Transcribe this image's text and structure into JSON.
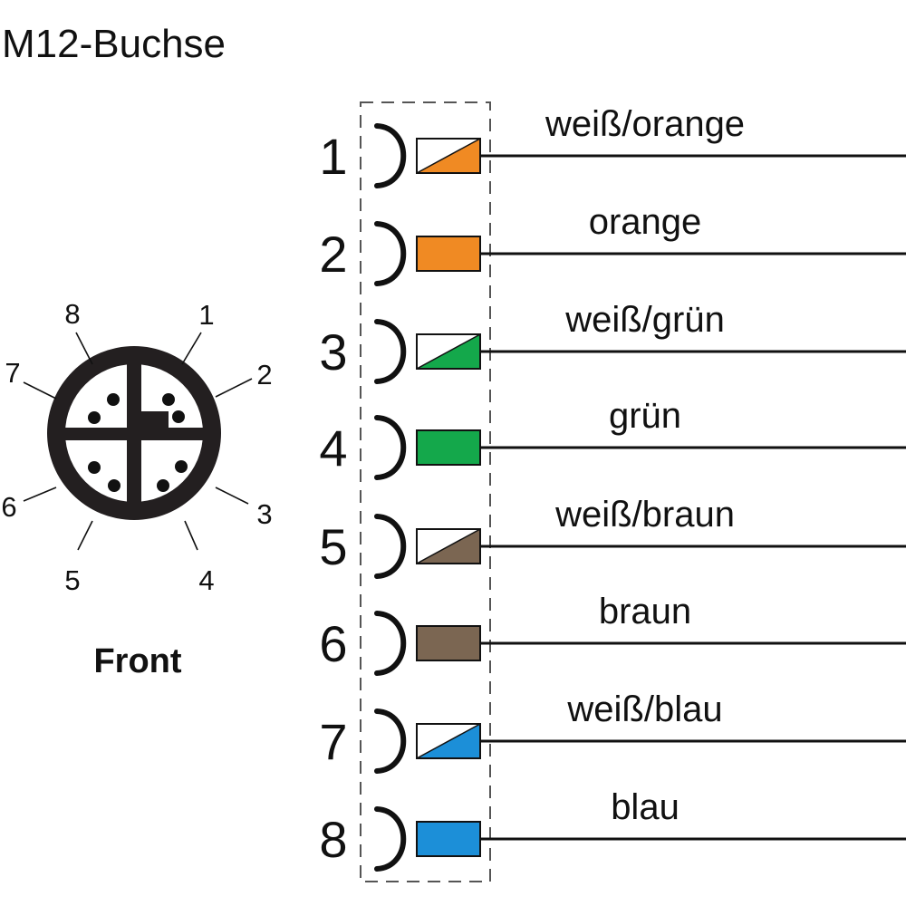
{
  "title": "M12-Buchse",
  "front_label": "Front",
  "connector_face": {
    "pins": [
      {
        "number": "1",
        "color": "#111111"
      },
      {
        "number": "2",
        "color": "#111111"
      },
      {
        "number": "3",
        "color": "#111111"
      },
      {
        "number": "4",
        "color": "#111111"
      },
      {
        "number": "5",
        "color": "#111111"
      },
      {
        "number": "6",
        "color": "#111111"
      },
      {
        "number": "7",
        "color": "#111111"
      },
      {
        "number": "8",
        "color": "#111111"
      }
    ]
  },
  "wires": [
    {
      "pin": "1",
      "label": "weiß/orange",
      "color": "#f08a23",
      "striped": true
    },
    {
      "pin": "2",
      "label": "orange",
      "color": "#f08a23",
      "striped": false
    },
    {
      "pin": "3",
      "label": "weiß/grün",
      "color": "#14a84b",
      "striped": true
    },
    {
      "pin": "4",
      "label": "grün",
      "color": "#14a84b",
      "striped": false
    },
    {
      "pin": "5",
      "label": "weiß/braun",
      "color": "#7b6652",
      "striped": true
    },
    {
      "pin": "6",
      "label": "braun",
      "color": "#7b6652",
      "striped": false
    },
    {
      "pin": "7",
      "label": "weiß/blau",
      "color": "#1c8fd8",
      "striped": true
    },
    {
      "pin": "8",
      "label": "blau",
      "color": "#1c8fd8",
      "striped": false
    }
  ]
}
